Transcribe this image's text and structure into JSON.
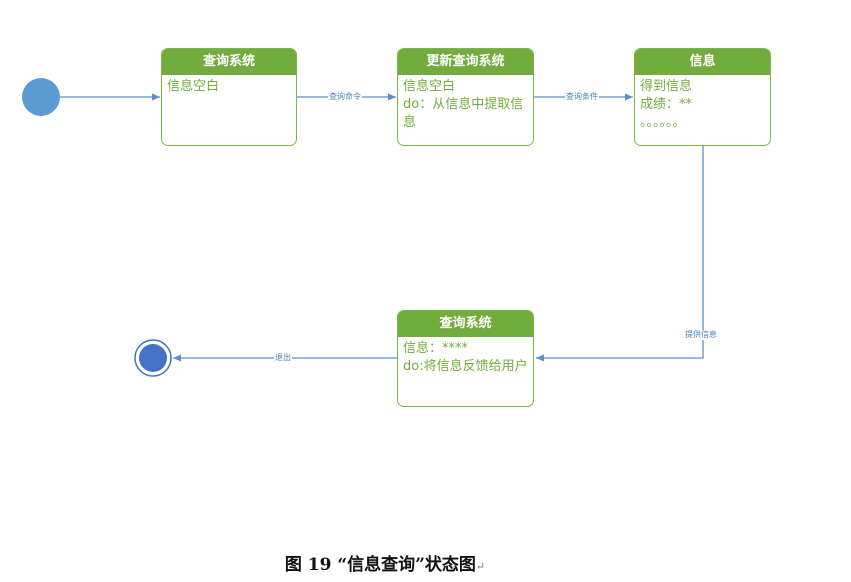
{
  "diagram": {
    "states": [
      {
        "id": "s1",
        "title": "查询系统",
        "lines": [
          "信息空白"
        ]
      },
      {
        "id": "s2",
        "title": "更新查询系统",
        "lines": [
          "信息空白",
          "do：从信息中提取信",
          "息"
        ]
      },
      {
        "id": "s3",
        "title": "信息",
        "lines": [
          "得到信息",
          "成绩：**",
          "。。。。。。"
        ]
      },
      {
        "id": "s4",
        "title": "查询系统",
        "lines": [
          "信息：****",
          "do:将信息反馈给用户"
        ]
      }
    ],
    "transitions": [
      {
        "from": "start",
        "to": "s1",
        "label": ""
      },
      {
        "from": "s1",
        "to": "s2",
        "label": "查询命令"
      },
      {
        "from": "s2",
        "to": "s3",
        "label": "查询条件"
      },
      {
        "from": "s3",
        "to": "s4",
        "label": "提供信息"
      },
      {
        "from": "s4",
        "to": "end",
        "label": "退出"
      }
    ],
    "colors": {
      "state_header": "#72ac3c",
      "state_border": "#7ab648",
      "state_text": "#72ac3c",
      "arrow": "#5b8fc7",
      "initial_node": "#5b9bd5",
      "final_node": "#4472c4"
    }
  },
  "caption": {
    "text": "图 19 “信息查询”状态图",
    "mark": "↵"
  }
}
